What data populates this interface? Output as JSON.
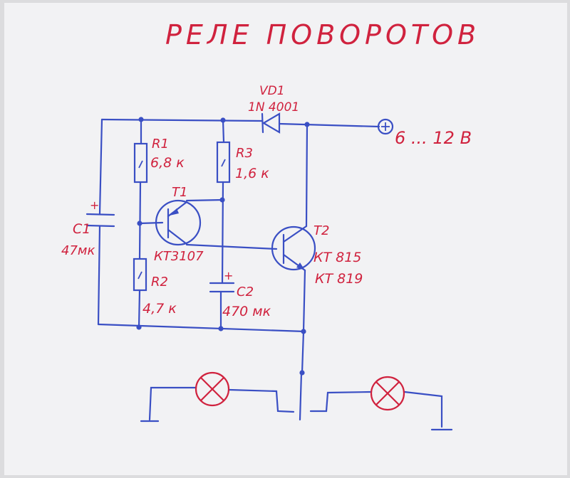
{
  "title": "РЕЛЕ ПОВОРОТОВ",
  "supply": {
    "plus_symbol": "+",
    "voltage": "6 ... 12 В"
  },
  "diode": {
    "ref": "VD1",
    "type": "1N 4001"
  },
  "r1": {
    "ref": "R1",
    "value": "6,8 к"
  },
  "r2": {
    "ref": "R2",
    "value": "4,7 к"
  },
  "r3": {
    "ref": "R3",
    "value": "1,6 к"
  },
  "c1": {
    "ref": "C1",
    "value": "47мк",
    "polarity": "+"
  },
  "c2": {
    "ref": "C2",
    "value": "470 мк",
    "polarity": "+"
  },
  "t1": {
    "ref": "T1",
    "type": "КТ3107"
  },
  "t2": {
    "ref": "T2",
    "type1": "КТ 815",
    "type2": "КТ 819"
  },
  "colors": {
    "ink_red": "#d0223e",
    "ink_blue": "#3a4fc4",
    "paper": "#f2f2f4",
    "background": "#dcdcde"
  }
}
